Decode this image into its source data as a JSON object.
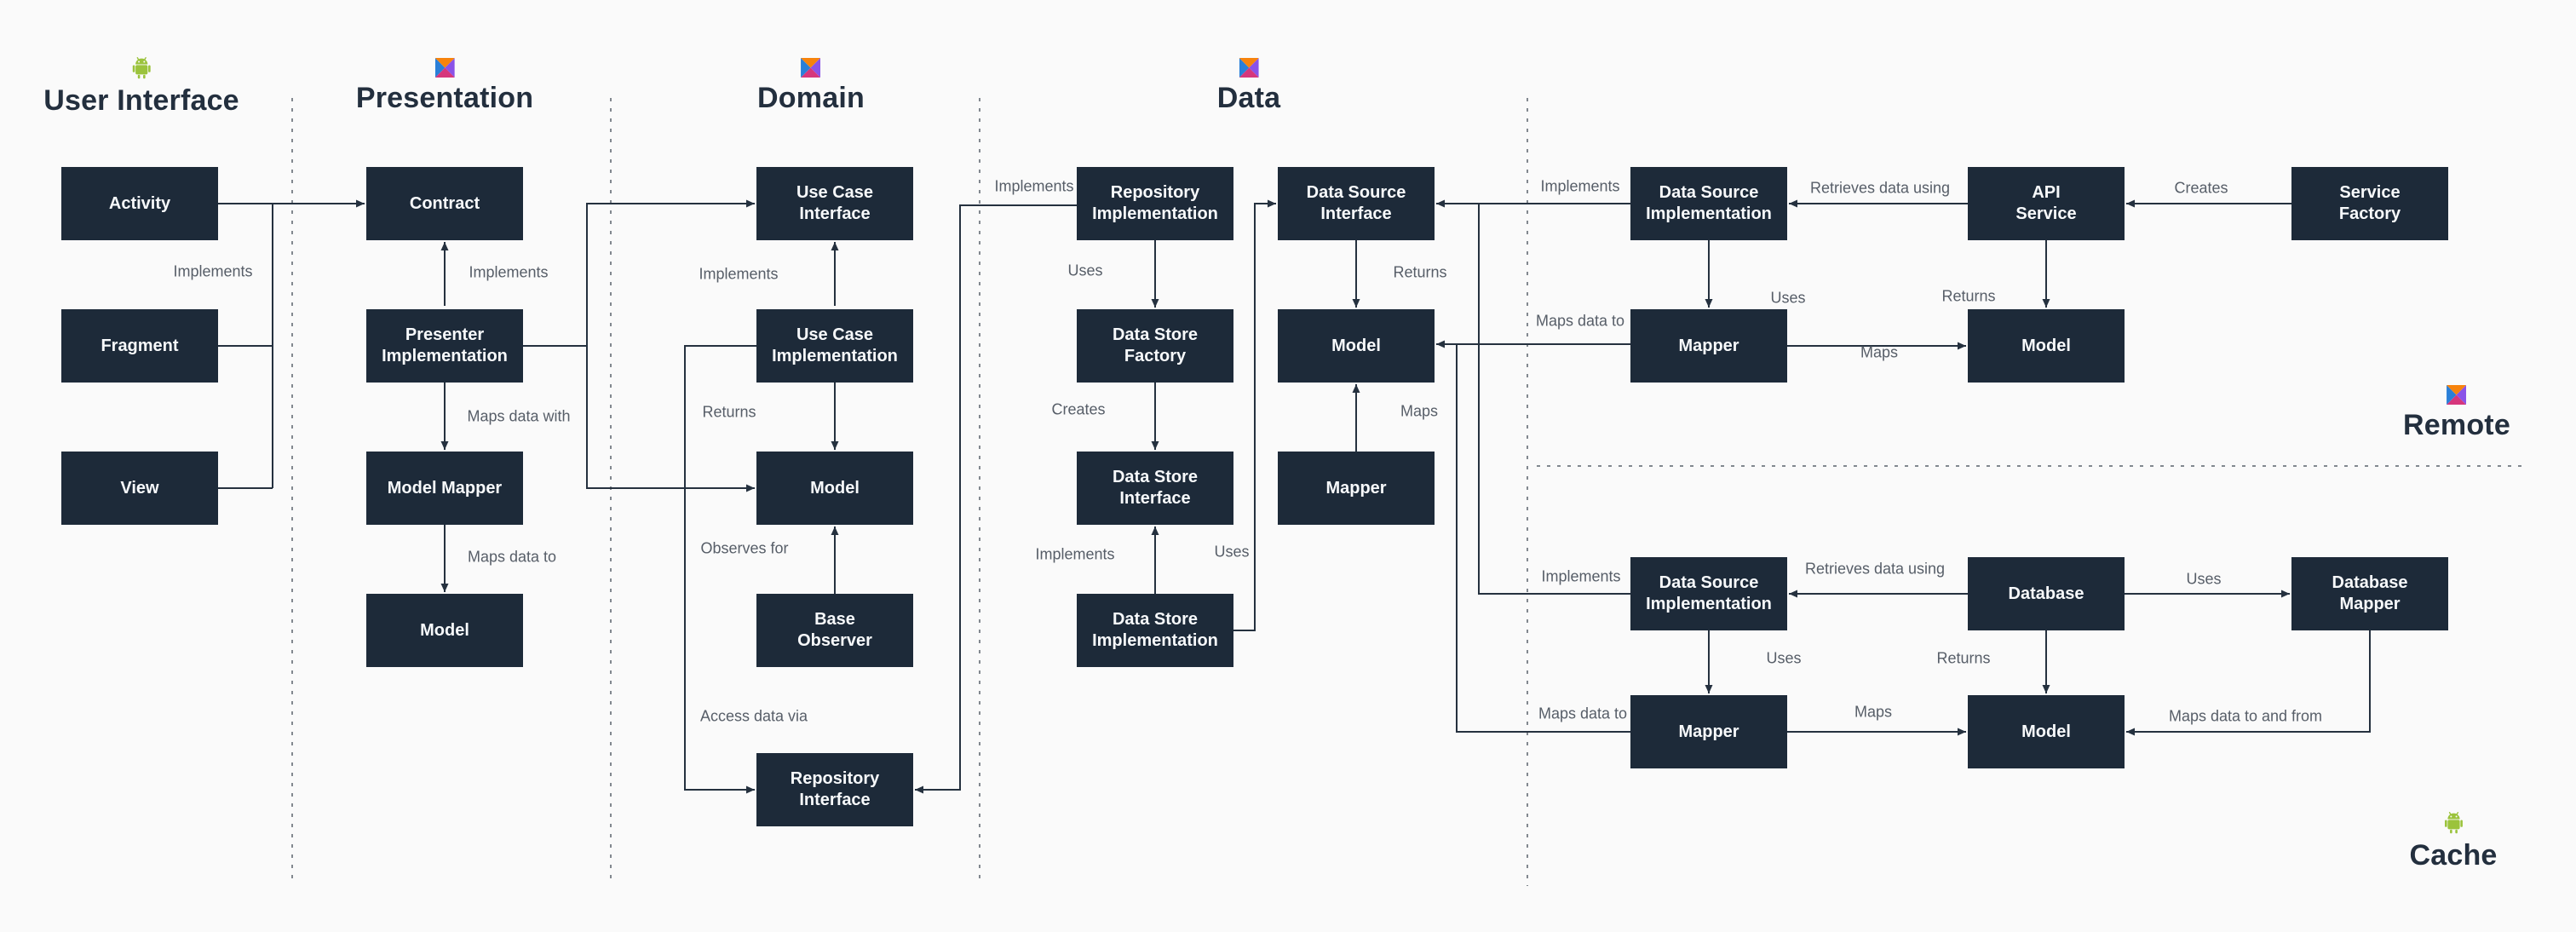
{
  "sections": {
    "user_interface": {
      "label": "User Interface",
      "icon": "android-icon"
    },
    "presentation": {
      "label": "Presentation",
      "icon": "kotlin-icon"
    },
    "domain": {
      "label": "Domain",
      "icon": "kotlin-icon"
    },
    "data": {
      "label": "Data",
      "icon": "kotlin-icon"
    },
    "remote": {
      "label": "Remote",
      "icon": "kotlin-icon"
    },
    "cache": {
      "label": "Cache",
      "icon": "android-icon"
    }
  },
  "nodes": {
    "activity": {
      "label": "Activity"
    },
    "fragment": {
      "label": "Fragment"
    },
    "view": {
      "label": "View"
    },
    "contract": {
      "label": "Contract"
    },
    "presenter_implementation": {
      "label": "Presenter\nImplementation"
    },
    "model_mapper": {
      "label": "Model Mapper"
    },
    "presentation_model": {
      "label": "Model"
    },
    "use_case_interface": {
      "label": "Use Case\nInterface"
    },
    "use_case_implementation": {
      "label": "Use Case\nImplementation"
    },
    "domain_model": {
      "label": "Model"
    },
    "base_observer": {
      "label": "Base\nObserver"
    },
    "repository_interface": {
      "label": "Repository\nInterface"
    },
    "repository_implementation": {
      "label": "Repository\nImplementation"
    },
    "data_store_factory": {
      "label": "Data Store\nFactory"
    },
    "data_store_interface": {
      "label": "Data Store\nInterface"
    },
    "data_store_implementation": {
      "label": "Data Store\nImplementation"
    },
    "data_source_interface": {
      "label": "Data Source\nInterface"
    },
    "data_model": {
      "label": "Model"
    },
    "data_mapper": {
      "label": "Mapper"
    },
    "remote_data_source_implementation": {
      "label": "Data Source\nImplementation"
    },
    "api_service": {
      "label": "API\nService"
    },
    "service_factory": {
      "label": "Service\nFactory"
    },
    "remote_mapper": {
      "label": "Mapper"
    },
    "remote_model": {
      "label": "Model"
    },
    "cache_data_source_implementation": {
      "label": "Data Source\nImplementation"
    },
    "database": {
      "label": "Database"
    },
    "database_mapper": {
      "label": "Database\nMapper"
    },
    "cache_mapper": {
      "label": "Mapper"
    },
    "cache_model": {
      "label": "Model"
    }
  },
  "labels": {
    "ui_implements": "Implements",
    "pres_implements": "Implements",
    "maps_data_with": "Maps data with",
    "pres_maps_data_to": "Maps data to",
    "dom_implements": "Implements",
    "dom_returns": "Returns",
    "observes_for": "Observes for",
    "access_data_via": "Access data via",
    "repo_implements": "Implements",
    "factory_uses": "Uses",
    "factory_creates": "Creates",
    "store_implements": "Implements",
    "store_uses": "Uses",
    "dsi_returns": "Returns",
    "data_maps": "Maps",
    "remote_implements": "Implements",
    "remote_maps_data_to": "Maps data to",
    "cache_implements": "Implements",
    "cache_maps_data_to": "Maps data to",
    "remote_retrieves": "Retrieves data using",
    "remote_uses": "Uses",
    "remote_returns": "Returns",
    "remote_maps": "Maps",
    "remote_creates": "Creates",
    "cache_retrieves": "Retrieves data using",
    "cache_uses": "Uses",
    "cache_returns": "Returns",
    "cache_maps": "Maps",
    "db_uses": "Uses",
    "maps_to_and_from": "Maps data to and from"
  },
  "colors": {
    "background": "#fafafa",
    "node_fill": "#1d2a39",
    "node_text": "#f7f9fb",
    "connector": "#25313f",
    "label_grey": "#575e68",
    "separator": "#82888f",
    "android_green": "#9bc33c",
    "kotlin_orange": "#f7830c",
    "kotlin_blue": "#2a7fd8",
    "kotlin_pink": "#d6367c",
    "kotlin_purple": "#8a52e8"
  }
}
